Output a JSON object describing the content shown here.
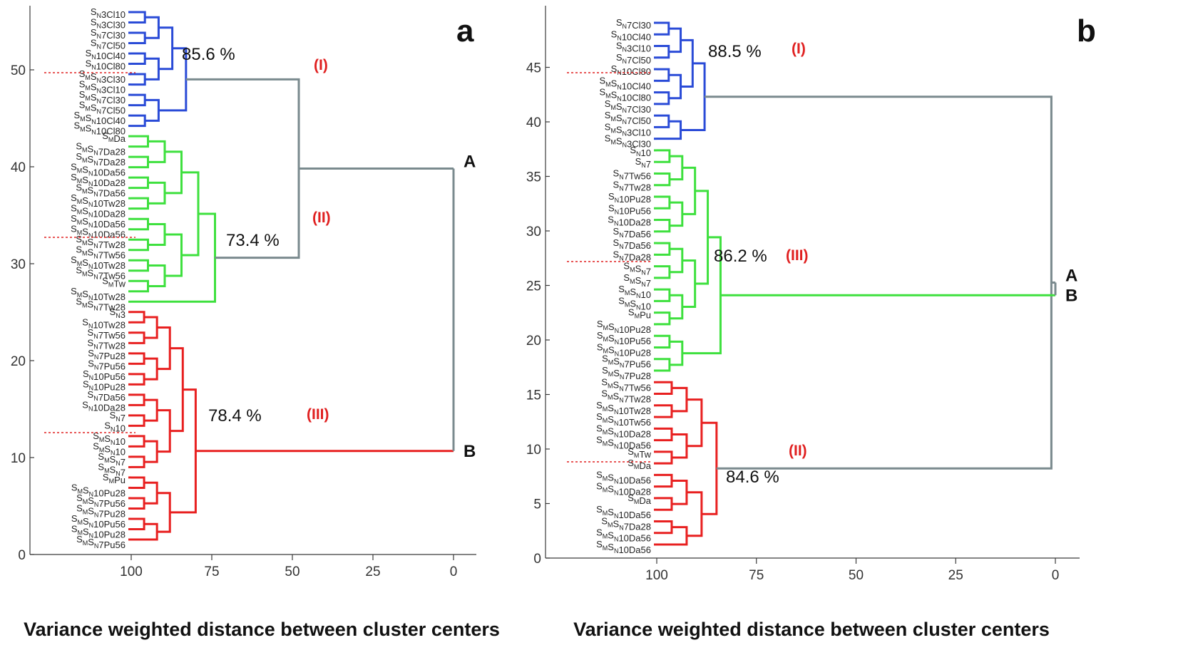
{
  "chart_data": [
    {
      "type": "dendrogram",
      "panel_label": "a",
      "xlabel": "Variance weighted distance between cluster centers",
      "x_ticks": [
        100,
        75,
        50,
        25,
        0
      ],
      "y_ticks": [
        0,
        10,
        20,
        30,
        40,
        50
      ],
      "root_nodes": [
        "A",
        "B"
      ],
      "clusters": [
        {
          "label": "(I)",
          "similarity": "85.6 %",
          "color": "#2a4bd7",
          "leaves": [
            "S_N3Cl10",
            "S_N3Cl30",
            "S_N7Cl30",
            "S_N7Cl50",
            "S_N10Cl40",
            "S_N10Cl80",
            "S_MS_N3Cl30",
            "S_MS_N3Cl10",
            "S_MS_N7Cl30",
            "S_MS_N7Cl50",
            "S_MS_N10Cl40",
            "S_MS_N10Cl80"
          ]
        },
        {
          "label": "(II)",
          "similarity": "73.4 %",
          "color": "#3ee03e",
          "leaves": [
            "S_MDa",
            "S_MS_N7Da28",
            "S_MS_N7Da28",
            "S_MS_N10Da56",
            "S_MS_N10Da28",
            "S_MS_N7Da56",
            "S_MS_N10Tw28",
            "S_MS_N10Da28",
            "S_MS_N10Da56",
            "S_MS_N10Da56",
            "S_MS_N7Tw28",
            "S_MS_N7Tw56",
            "S_MS_N10Tw28",
            "S_MS_N7Tw56",
            "S_MTw",
            "S_MS_N10Tw28",
            "S_MS_N7Tw28"
          ]
        },
        {
          "label": "(III)",
          "similarity": "78.4 %",
          "color": "#e82020",
          "leaves": [
            "S_N3",
            "S_N10Tw28",
            "S_N7Tw56",
            "S_N7Tw28",
            "S_N7Pu28",
            "S_N7Pu56",
            "S_N10Pu56",
            "S_N10Pu28",
            "S_N7Da56",
            "S_N10Da28",
            "S_N7",
            "S_N10",
            "S_MS_N10",
            "S_MS_N10",
            "S_MS_N7",
            "S_MS_N7",
            "S_MPu",
            "S_MS_N10Pu28",
            "S_MS_N7Pu56",
            "S_MS_N7Pu28",
            "S_MS_N10Pu56",
            "S_MS_N10Pu28",
            "S_MS_N7Pu56"
          ]
        }
      ]
    },
    {
      "type": "dendrogram",
      "panel_label": "b",
      "xlabel": "Variance weighted distance between cluster centers",
      "x_ticks": [
        100,
        75,
        50,
        25,
        0
      ],
      "y_ticks": [
        0,
        5,
        10,
        15,
        20,
        25,
        30,
        35,
        40,
        45
      ],
      "root_nodes": [
        "A",
        "B"
      ],
      "clusters": [
        {
          "label": "(I)",
          "similarity": "88.5 %",
          "color": "#2a4bd7",
          "leaves": [
            "S_N7Cl30",
            "S_N10Cl40",
            "S_N3Cl10",
            "S_N7Cl50",
            "S_N10Cl80",
            "S_MS_N10Cl40",
            "S_MS_N10Cl80",
            "S_MS_N7Cl30",
            "S_MS_N7Cl50",
            "S_MS_N3Cl10",
            "S_MS_N3Cl30"
          ]
        },
        {
          "label": "(III)",
          "similarity": "86.2 %",
          "color": "#3ee03e",
          "leaves": [
            "S_N10",
            "S_N7",
            "S_N7Tw56",
            "S_N7Tw28",
            "S_N10Pu28",
            "S_N10Pu56",
            "S_N10Da28",
            "S_N7Da56",
            "S_N7Da56",
            "S_N7Da28",
            "S_MS_N7",
            "S_MS_N7",
            "S_MS_N10",
            "S_MS_N10",
            "S_MPu",
            "S_MS_N10Pu28",
            "S_MS_N10Pu56",
            "S_MS_N10Pu28",
            "S_MS_N7Pu56",
            "S_MS_N7Pu28"
          ]
        },
        {
          "label": "(II)",
          "similarity": "84.6 %",
          "color": "#e82020",
          "leaves": [
            "S_MS_N7Tw56",
            "S_MS_N7Tw28",
            "S_MS_N10Tw28",
            "S_MS_N10Tw56",
            "S_MS_N10Da28",
            "S_MS_N10Da56",
            "S_MTw",
            "S_MDa",
            "S_MS_N10Da56",
            "S_MS_N10Da28",
            "S_MDa",
            "S_MS_N10Da56",
            "S_MS_N7Da28",
            "S_MS_N10Da56",
            "S_MS_N10Da56"
          ]
        }
      ]
    }
  ],
  "colors": {
    "root": "#7a8a8e",
    "cut": "#e02020"
  }
}
